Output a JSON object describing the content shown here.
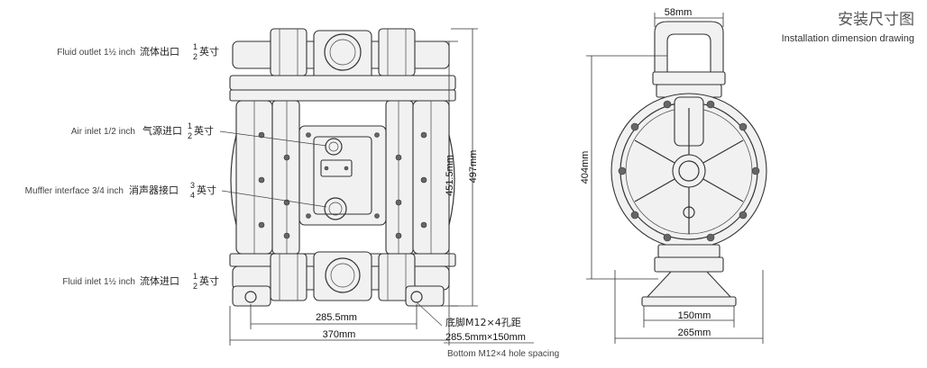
{
  "header": {
    "title_cn": "安装尺寸图",
    "title_en": "Installation dimension drawing"
  },
  "callouts": [
    {
      "en": "Fluid outlet 1½ inch",
      "cn": "流体出口",
      "frac_num": "1",
      "frac_den": "2",
      "cn_unit": "英寸"
    },
    {
      "en": "Air inlet 1/2 inch",
      "cn": "气源进口",
      "frac_num": "1",
      "frac_den": "2",
      "cn_unit": "英寸"
    },
    {
      "en": "Muffler interface 3/4 inch",
      "cn": "消声器接口",
      "frac_num": "3",
      "frac_den": "4",
      "cn_unit": "英寸"
    },
    {
      "en": "Fluid inlet 1½ inch",
      "cn": "流体进口",
      "frac_num": "1",
      "frac_den": "2",
      "cn_unit": "英寸"
    }
  ],
  "dimensions": {
    "front_height_inner": "451.5mm",
    "front_height_total": "497mm",
    "front_base_spacing": "285.5mm",
    "front_width_total": "370mm",
    "side_top_width": "58mm",
    "side_height": "404mm",
    "side_base_inner": "150mm",
    "side_base_total": "265mm"
  },
  "foot_note": {
    "cn": "底脚M12×4孔距",
    "value": "285.5mm×150mm",
    "en": "Bottom M12×4 hole spacing"
  },
  "colors": {
    "line": "#333333",
    "title": "#555555"
  }
}
